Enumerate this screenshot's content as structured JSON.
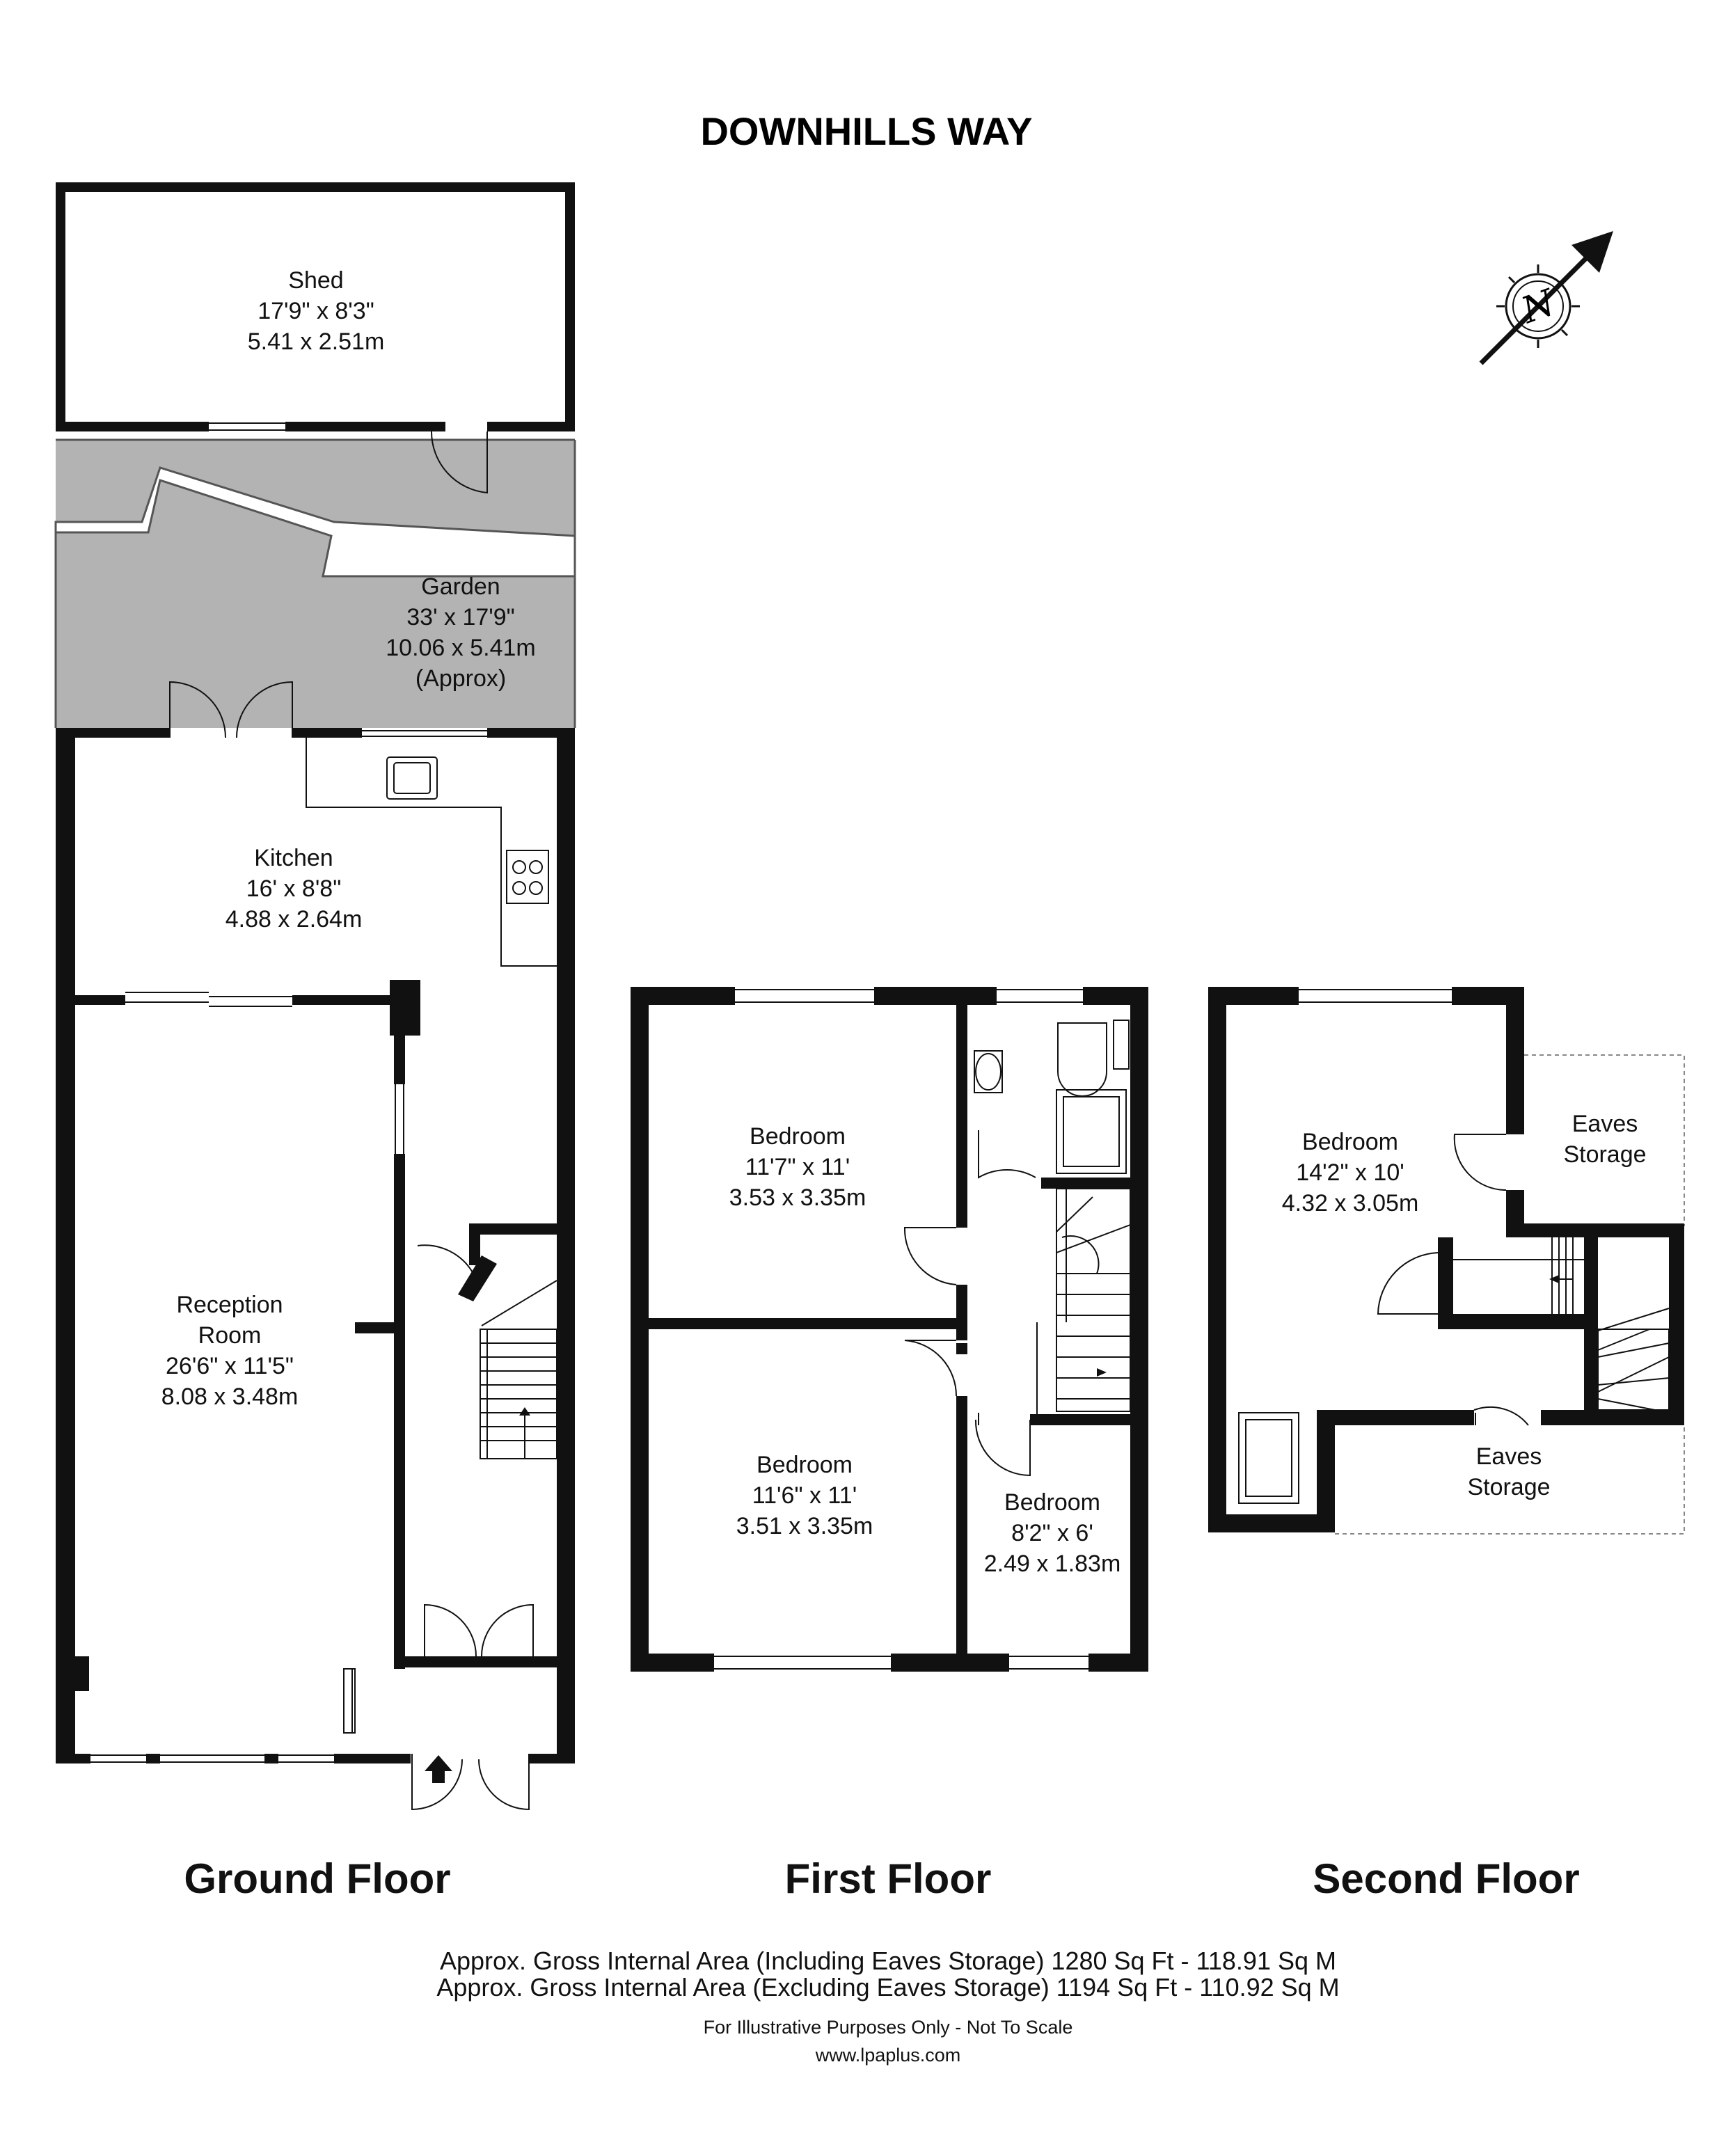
{
  "title": "DOWNHILLS WAY",
  "compass": {
    "letter": "N",
    "icon": "north-arrow-icon"
  },
  "ground_floor": {
    "label": "Ground Floor",
    "shed": {
      "name": "Shed",
      "imperial": "17'9\" x 8'3\"",
      "metric": "5.41 x 2.51m"
    },
    "garden": {
      "name": "Garden",
      "imperial": "33' x 17'9\"",
      "metric": "10.06 x 5.41m",
      "note": "(Approx)"
    },
    "kitchen": {
      "name": "Kitchen",
      "imperial": "16' x 8'8\"",
      "metric": "4.88 x 2.64m"
    },
    "reception": {
      "name1": "Reception",
      "name2": "Room",
      "imperial": "26'6\" x 11'5\"",
      "metric": "8.08 x 3.48m"
    }
  },
  "first_floor": {
    "label": "First Floor",
    "bedroom1": {
      "name": "Bedroom",
      "imperial": "11'7\" x 11'",
      "metric": "3.53 x 3.35m"
    },
    "bedroom2": {
      "name": "Bedroom",
      "imperial": "11'6\" x 11'",
      "metric": "3.51 x 3.35m"
    },
    "bedroom3": {
      "name": "Bedroom",
      "imperial": "8'2\" x 6'",
      "metric": "2.49 x 1.83m"
    }
  },
  "second_floor": {
    "label": "Second Floor",
    "bedroom": {
      "name": "Bedroom",
      "imperial": "14'2\" x 10'",
      "metric": "4.32 x 3.05m"
    },
    "eaves1": {
      "line1": "Eaves",
      "line2": "Storage"
    },
    "eaves2": {
      "line1": "Eaves",
      "line2": "Storage"
    }
  },
  "footer": {
    "area_incl": "Approx. Gross Internal Area (Including Eaves Storage) 1280 Sq Ft - 118.91 Sq M",
    "area_excl": "Approx. Gross Internal Area (Excluding Eaves Storage) 1194 Sq Ft - 110.92 Sq M",
    "disclaimer": "For Illustrative Purposes Only - Not To Scale",
    "website": "www.lpaplus.com"
  }
}
